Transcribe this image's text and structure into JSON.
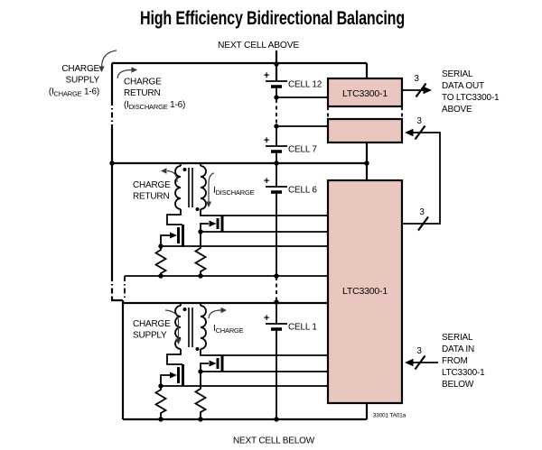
{
  "title": "High Efficiency Bidirectional Balancing",
  "colors": {
    "ic_fill": "#e9c7bf",
    "wire": "#000000",
    "background": "#ffffff"
  },
  "top": {
    "next_cell_above": "NEXT CELL ABOVE"
  },
  "bottom": {
    "next_cell_below": "NEXT CELL BELOW",
    "part_number": "33001 TA01a"
  },
  "left": {
    "charge_supply": {
      "line1": "CHARGE",
      "line2": "SUPPLY",
      "paren_pre": "(I",
      "paren_sub": "CHARGE",
      "paren_post": " 1-6)"
    },
    "charge_return": {
      "line1": "CHARGE",
      "line2": "RETURN",
      "paren_pre": "(I",
      "paren_sub": "DISCHARGE",
      "paren_post": " 1-6)"
    }
  },
  "converter_upper": {
    "flow_line1": "CHARGE",
    "flow_line2": "RETURN",
    "current_pre": "I",
    "current_sub": "DISCHARGE"
  },
  "converter_lower": {
    "flow_line1": "CHARGE",
    "flow_line2": "SUPPLY",
    "current_pre": "I",
    "current_sub": "CHARGE"
  },
  "cells": {
    "cell12": {
      "plus": "+",
      "label": "CELL 12"
    },
    "cell7": {
      "plus": "+",
      "label": "CELL 7"
    },
    "cell6": {
      "plus": "+",
      "label": "CELL 6"
    },
    "cell1": {
      "plus": "+",
      "label": "CELL 1"
    }
  },
  "ic_upper": {
    "label": "LTC3300-1"
  },
  "ic_main": {
    "label": "LTC3300-1"
  },
  "serial_out": {
    "bus_width": "3",
    "line1": "SERIAL",
    "line2": "DATA OUT",
    "line3": "TO LTC3300-1",
    "line4": "ABOVE"
  },
  "serial_link": {
    "bus_width_upper": "3",
    "bus_width_lower": "3"
  },
  "serial_in": {
    "bus_width": "3",
    "line1": "SERIAL",
    "line2": "DATA IN",
    "line3": "FROM",
    "line4": "LTC3300-1",
    "line5": "BELOW"
  }
}
